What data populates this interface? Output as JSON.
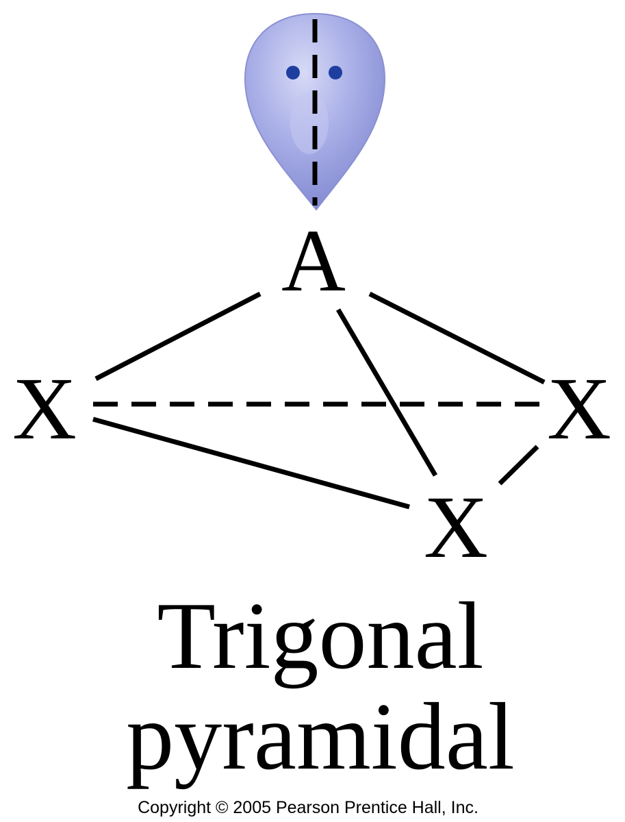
{
  "diagram": {
    "central_atom": "A",
    "ligand_left": "X",
    "ligand_right": "X",
    "ligand_front": "X",
    "lone_pair_icon": "lone-pair-lobe-icon",
    "title_line1": "Trigonal",
    "title_line2": "pyramidal",
    "copyright": "Copyright © 2005 Pearson Prentice Hall, Inc."
  },
  "colors": {
    "lobe_fill": "#a3a9e3",
    "lobe_edge": "#8087cc",
    "electron_dot": "#1e3fa0",
    "lines": "#000000",
    "background": "#ffffff"
  }
}
